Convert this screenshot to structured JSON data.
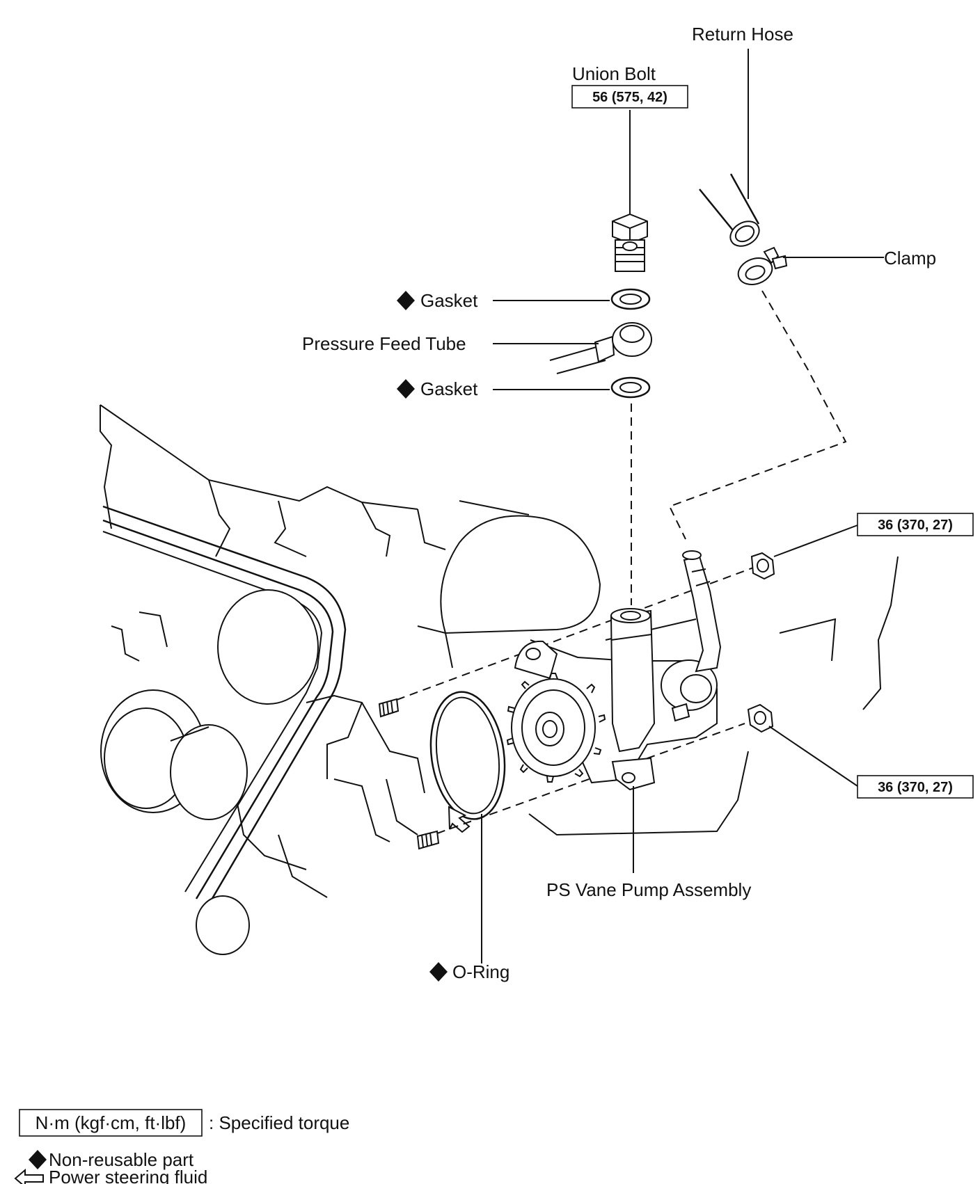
{
  "labels": {
    "return_hose": "Return Hose",
    "union_bolt": "Union Bolt",
    "clamp": "Clamp",
    "gasket_top": "Gasket",
    "pressure_feed_tube": "Pressure Feed Tube",
    "gasket_bottom": "Gasket",
    "ps_vane_pump_assembly": "PS Vane Pump Assembly",
    "o_ring": "O-Ring"
  },
  "torques": {
    "union_bolt": "56 (575, 42)",
    "nut_upper": "36 (370, 27)",
    "nut_lower": "36 (370, 27)"
  },
  "legend": {
    "torque_box": "N·m (kgf·cm, ft·lbf)",
    "torque_desc": ": Specified torque",
    "non_reusable": "Non-reusable part",
    "fluid": "Power steering fluid"
  }
}
